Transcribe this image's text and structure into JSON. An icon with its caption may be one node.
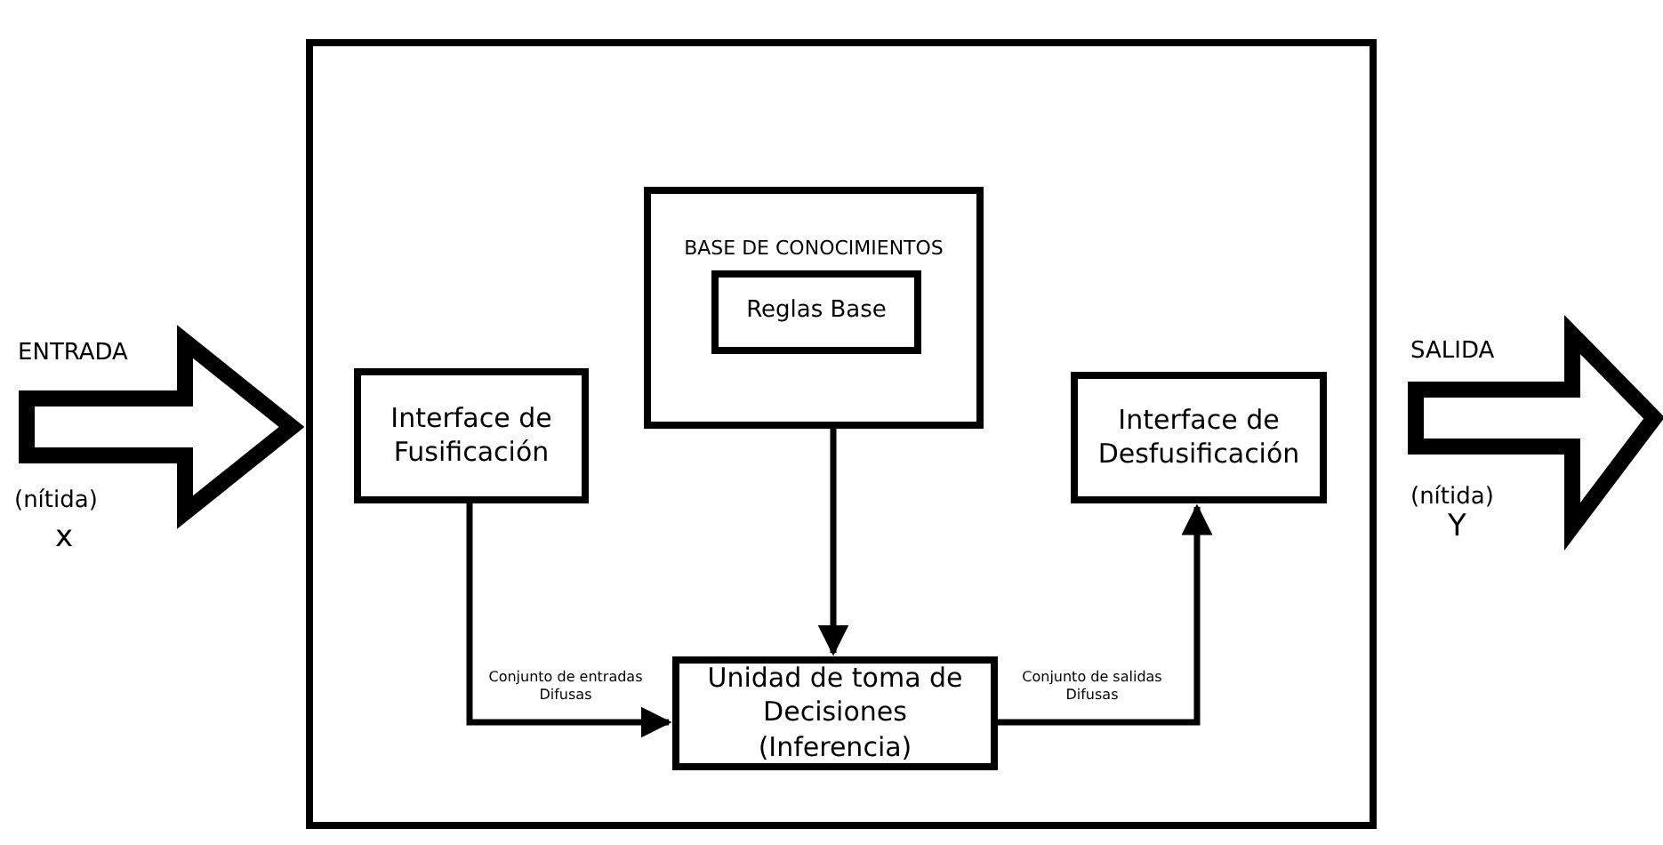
{
  "diagram": {
    "nodes": [
      {
        "text": [],
        "shape": "box"
      },
      {
        "text": [
          "Interface de Fusificación"
        ],
        "in": 0
      },
      {
        "text": [
          "BASE DE CONOCIMIENTOS"
        ],
        "in": 0
      },
      {
        "text": [
          "Reglas Base"
        ],
        "in": 2
      },
      {
        "text": [
          "Interface de Desfusificación"
        ],
        "in": 0
      },
      {
        "text": [
          "Unidad de toma de Decisiones (Inferencia)"
        ],
        "in": 0
      }
    ],
    "edges": [
      {
        "from": null,
        "to": 0,
        "arrow": "to",
        "style": "thick"
      },
      {
        "from": 0,
        "to": null,
        "arrow": "to",
        "style": "thick"
      },
      {
        "from": 1,
        "to": 5,
        "arrow": "to",
        "label": "Conjunto de entradas Difusas"
      },
      {
        "from": 2,
        "to": 5,
        "arrow": "to"
      },
      {
        "from": 5,
        "to": 4,
        "arrow": "to",
        "label": "Conjunto de salidas Difusas"
      }
    ],
    "labels": [
      "ENTRADA",
      "(nítida)",
      "x",
      "SALIDA",
      "(nítida)",
      "Y"
    ]
  }
}
